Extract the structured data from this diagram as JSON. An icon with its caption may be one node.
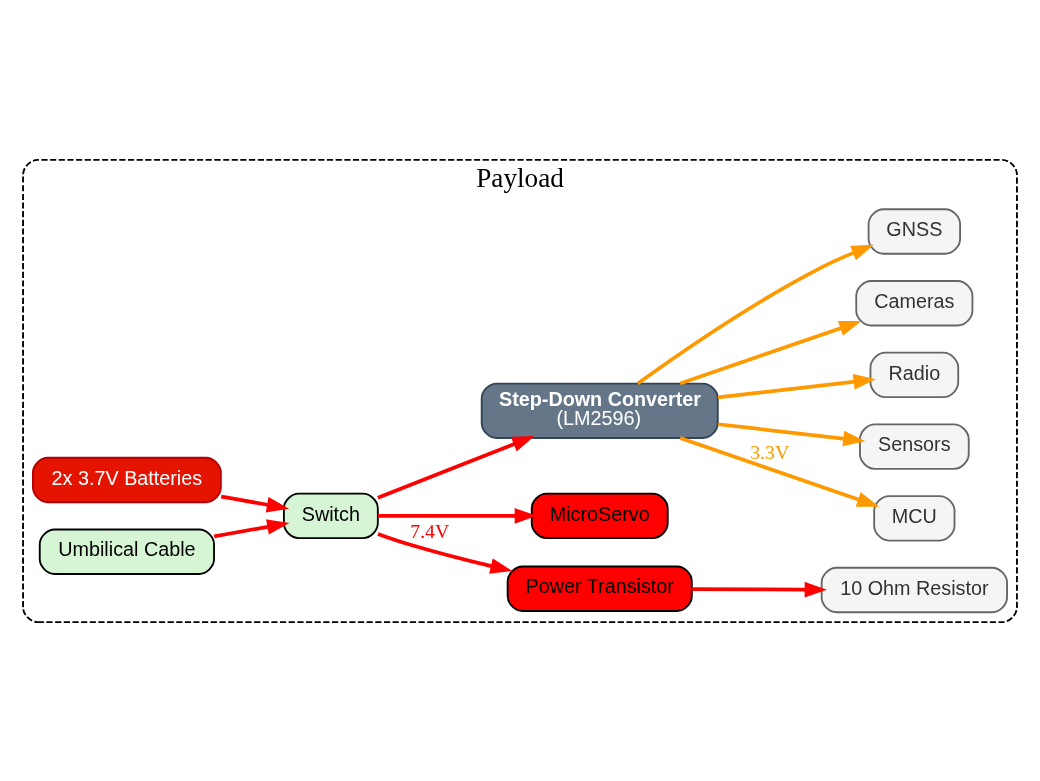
{
  "diagram": {
    "nodes": [
      {
        "text": [
          "Payload"
        ]
      },
      {
        "text": [
          "2x 3.7V Batteries"
        ],
        "in": 0
      },
      {
        "text": [
          "Switch"
        ],
        "in": 0
      },
      {
        "text": [
          "Umbilical Cable"
        ],
        "in": 0
      },
      {
        "text": [
          "Power Transistor"
        ],
        "in": 0
      },
      {
        "text": [
          "10 Ohm Resistor"
        ],
        "in": 0
      },
      {
        "text": [
          "MicroServo"
        ],
        "in": 0
      },
      {
        "text": [
          "Step-Down Converter",
          "(LM2596)"
        ],
        "in": 0
      },
      {
        "text": [
          "MCU"
        ],
        "in": 0
      },
      {
        "text": [
          "Sensors"
        ],
        "in": 0
      },
      {
        "text": [
          "Radio"
        ],
        "in": 0
      },
      {
        "text": [
          "Cameras"
        ],
        "in": 0
      },
      {
        "text": [
          "GNSS"
        ],
        "in": 0
      }
    ],
    "edges": [
      {
        "from": 1,
        "to": 2,
        "arrow": "to"
      },
      {
        "from": 3,
        "to": 2,
        "arrow": "to"
      },
      {
        "from": 2,
        "to": 4,
        "arrow": "to",
        "label": "7.4V"
      },
      {
        "from": 4,
        "to": 5,
        "arrow": "to"
      },
      {
        "from": 2,
        "to": 6,
        "arrow": "to"
      },
      {
        "from": 2,
        "to": 7,
        "arrow": "to"
      },
      {
        "from": 7,
        "to": 8,
        "arrow": "to",
        "label": "3.3V",
        "color": "#ff9900"
      },
      {
        "from": 7,
        "to": 9,
        "arrow": "to",
        "color": "#ff9900"
      },
      {
        "from": 7,
        "to": 10,
        "arrow": "to",
        "color": "#ff9900"
      },
      {
        "from": 7,
        "to": 11,
        "arrow": "to",
        "color": "#ff9900"
      },
      {
        "from": 7,
        "to": 12,
        "arrow": "to",
        "color": "#ff9900"
      }
    ]
  }
}
